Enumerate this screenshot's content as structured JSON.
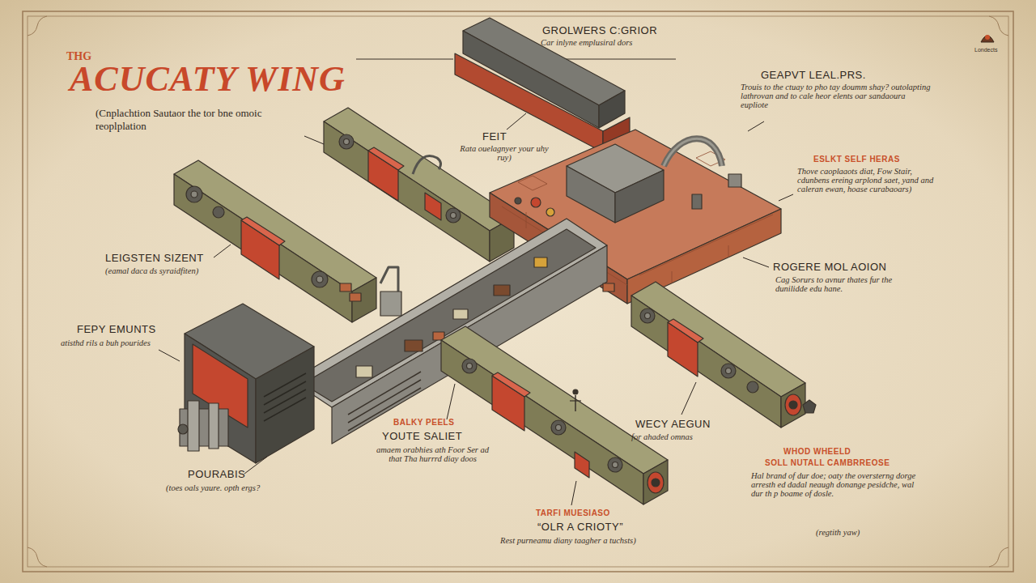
{
  "diagram": {
    "title": "ACUCATY WING",
    "labels": [
      "THG",
      "GROLWERS C:GRIOR",
      "Car inlyne emplusiral dors",
      "GEAPVT LEAL.PRS.",
      "Trouis to the ctuay to pho tay doumm shay? outolapting lathrovan and to cale heor elents oar sandaoura eupliote",
      "(Cnplachtion Sautaor the tor bne omoic reoplplation",
      "FEIT",
      "Rata ouelagnyer your uhy ruy)",
      "ESLKT SELF HERAS",
      "Thove caoplaaots diat, Fow Stair, cdunbens ereing arplond saet, yand and caleran ewan, hoase curabaoars)",
      "LEIGSTEN SIZENT",
      "(eamal daca ds syraidfiten)",
      "ROGERE MOL AOION",
      "Cag Sorurs to avnur thates fur the dunilidde edu hane.",
      "FEPY EMUNTS",
      "atisthd rils a buh pourides",
      "BALKY PEELS",
      "YOUTE SALIET",
      "amaem orabhies ath Foor Ser ad that Tha hurrrd diay doos",
      "WECY AEGUN",
      "for ahaded omnas",
      "POURABIS",
      "(toes oals yaure. opth ergs?",
      "WHOD WHEELD",
      "SOLL NUTALL CAMBRREOSE",
      "Hal brand of dur doe; oaty the oversterng dorge arresth ed dadal neaugh donange pesidche, wal dur th p boame of dosle.",
      "TARFI MUESIASO",
      "“OLR A CRIOTY”",
      "Rest purneamu diany taagher a tuchsts)",
      "(regtith yaw)",
      "Londects"
    ]
  }
}
